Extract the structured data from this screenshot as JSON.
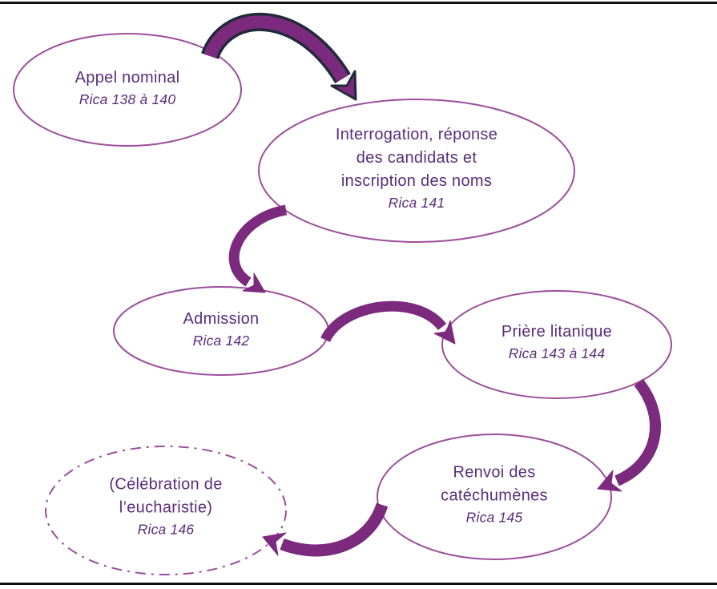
{
  "diagram": {
    "description": "Flowchart of a liturgical rite sequence (RICA), six ellipse nodes linked by curved purple arrows",
    "colors": {
      "background": "#ffffff",
      "ellipse_outline": "#9c4e9b",
      "text": "#5a2d7b",
      "arrow_fill": "#7c2a7e",
      "arrow_dark_outline": "#202b3a",
      "frame_line": "#101014"
    },
    "nodes": [
      {
        "id": "appel-nominal",
        "lines": [
          "Appel nominal"
        ],
        "ref": "Rica 138 à 140",
        "border_style": "solid"
      },
      {
        "id": "interrogation",
        "lines": [
          "Interrogation, réponse",
          "des candidats et",
          "inscription des noms"
        ],
        "ref": "Rica 141",
        "border_style": "solid"
      },
      {
        "id": "admission",
        "lines": [
          "Admission"
        ],
        "ref": "Rica 142",
        "border_style": "solid"
      },
      {
        "id": "priere-litanique",
        "lines": [
          "Prière litanique"
        ],
        "ref": "Rica 143 à 144",
        "border_style": "solid"
      },
      {
        "id": "renvoi",
        "lines": [
          "Renvoi des",
          "catéchumènes"
        ],
        "ref": "Rica 145",
        "border_style": "solid"
      },
      {
        "id": "celebration",
        "lines": [
          "(Célébration de",
          "l’eucharistie)"
        ],
        "ref": "Rica 146",
        "border_style": "dash-dot"
      }
    ],
    "edges": [
      {
        "from": "appel-nominal",
        "to": "interrogation",
        "style": "thick curved arrow with dark outline"
      },
      {
        "from": "interrogation",
        "to": "admission",
        "style": "curved arrow"
      },
      {
        "from": "admission",
        "to": "priere-litanique",
        "style": "curved arrow"
      },
      {
        "from": "priere-litanique",
        "to": "renvoi",
        "style": "curved arrow"
      },
      {
        "from": "renvoi",
        "to": "celebration",
        "style": "curved arrow"
      }
    ]
  }
}
